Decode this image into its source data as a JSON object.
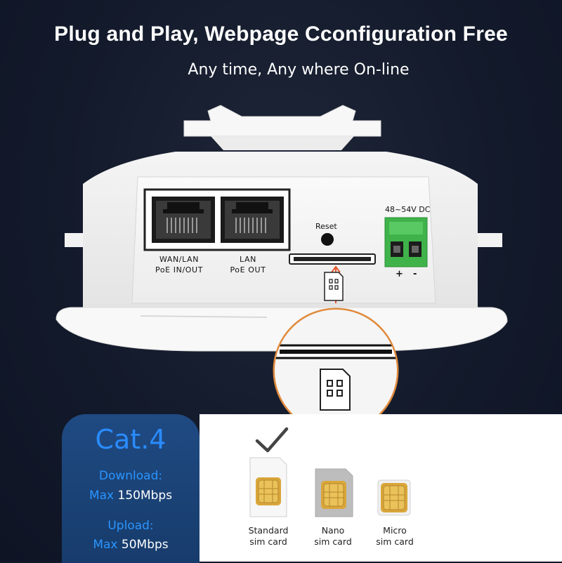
{
  "headline": "Plug and Play, Webpage Cconfiguration Free",
  "subheadline": "Any time, Any where On-line",
  "device": {
    "ports": [
      {
        "line1": "WAN/LAN",
        "line2": "PoE IN/OUT"
      },
      {
        "line1": "LAN",
        "line2": "PoE OUT"
      }
    ],
    "reset_label": "Reset",
    "power_label": "48~54V DC",
    "polarity_plus": "+",
    "polarity_minus": "-"
  },
  "spec_panel": {
    "title": "Cat.4",
    "download_label": "Download:",
    "download_prefix": "Max",
    "download_value": "150Mbps",
    "upload_label": "Upload:",
    "upload_prefix": "Max",
    "upload_value": "50Mbps",
    "accent_color": "#2a8cff"
  },
  "sim_cards": [
    {
      "line1": "Standard",
      "line2": "sim card",
      "selected": true
    },
    {
      "line1": "Nano",
      "line2": "sim card",
      "selected": false
    },
    {
      "line1": "Micro",
      "line2": "sim card",
      "selected": false
    }
  ],
  "icons": [
    "checkmark-icon",
    "sim-card-icon",
    "reset-button-icon"
  ]
}
